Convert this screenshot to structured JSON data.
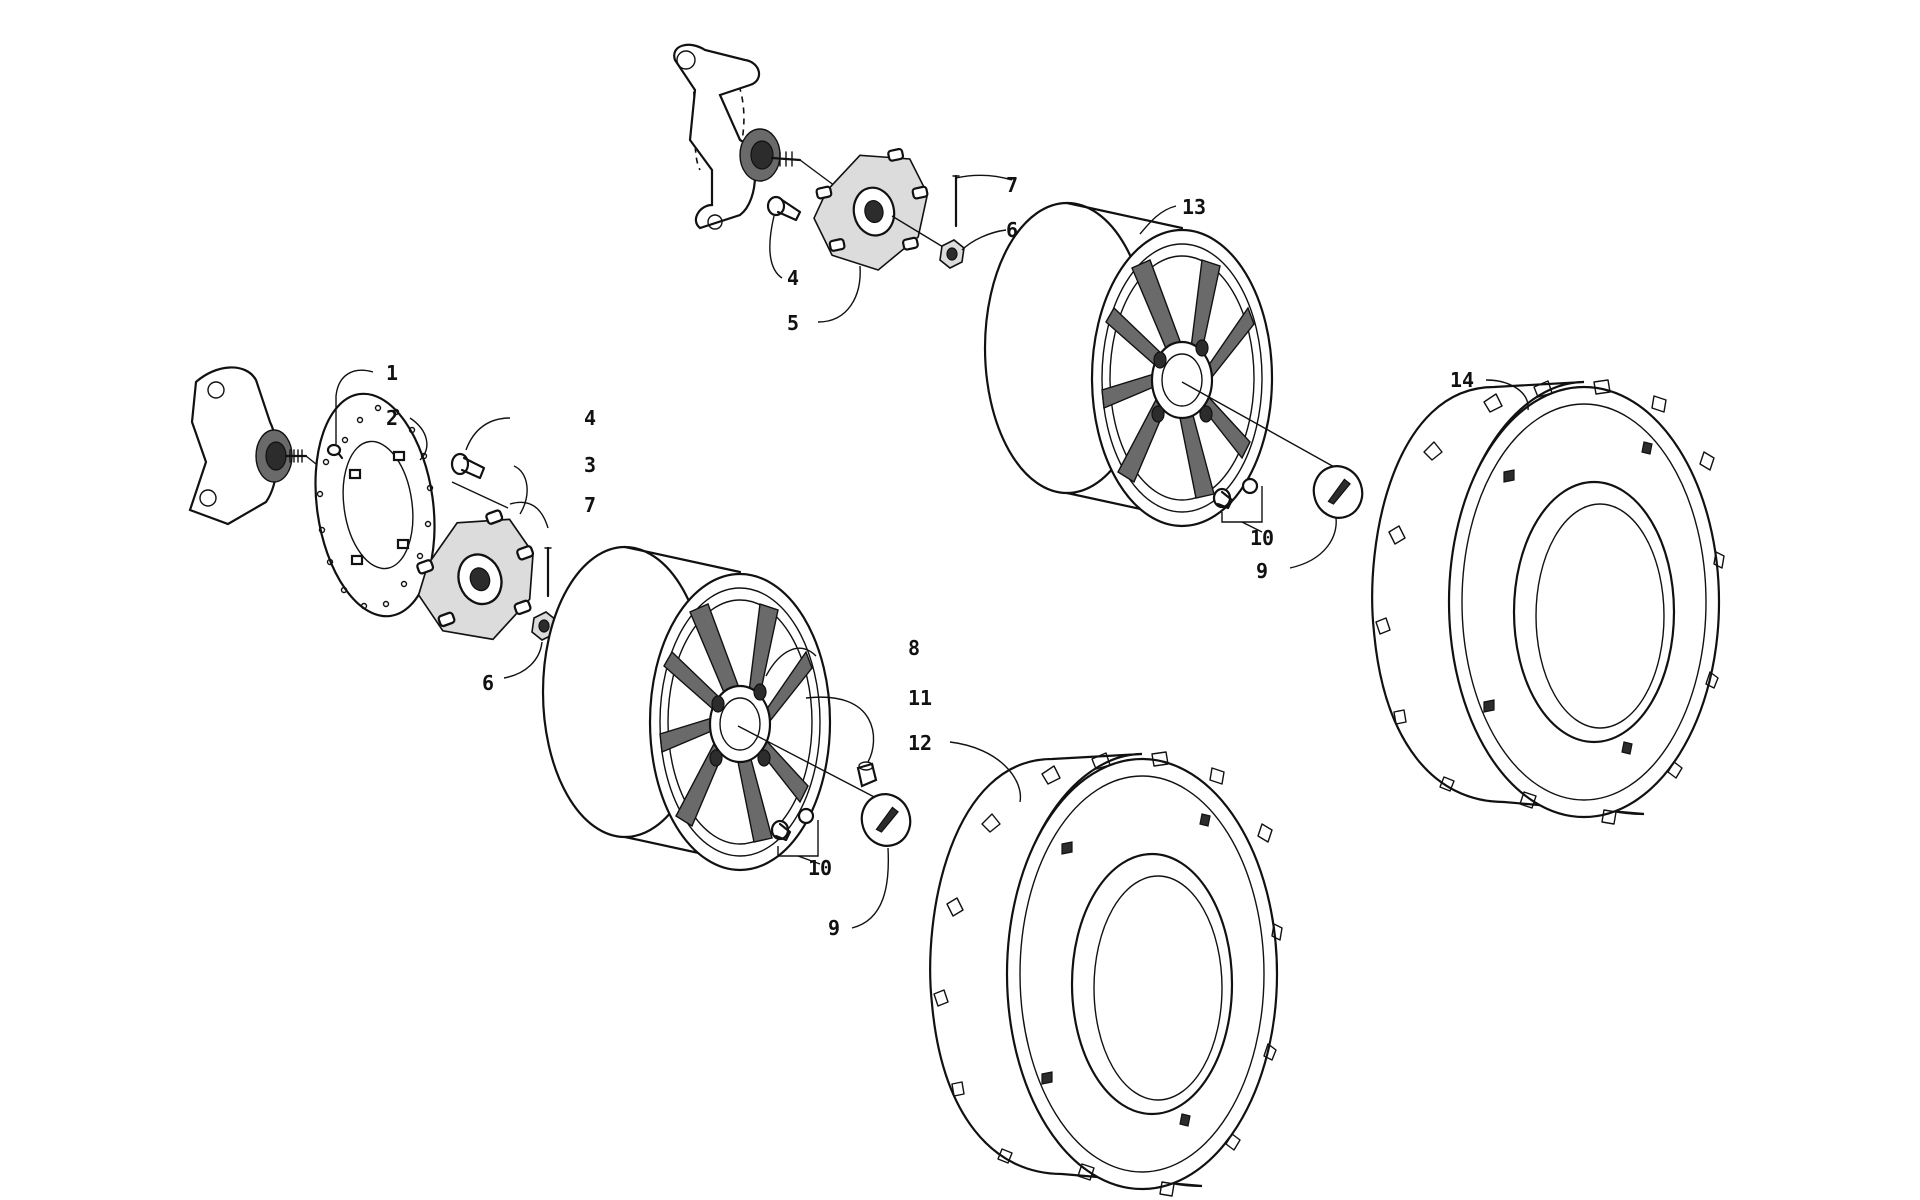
{
  "diagram": {
    "callouts": [
      {
        "id": "c1",
        "label": "1"
      },
      {
        "id": "c2",
        "label": "2"
      },
      {
        "id": "c3",
        "label": "3"
      },
      {
        "id": "c4a",
        "label": "4"
      },
      {
        "id": "c4b",
        "label": "4"
      },
      {
        "id": "c5",
        "label": "5"
      },
      {
        "id": "c6a",
        "label": "6"
      },
      {
        "id": "c6b",
        "label": "6"
      },
      {
        "id": "c7a",
        "label": "7"
      },
      {
        "id": "c7b",
        "label": "7"
      },
      {
        "id": "c8",
        "label": "8"
      },
      {
        "id": "c9a",
        "label": "9"
      },
      {
        "id": "c9b",
        "label": "9"
      },
      {
        "id": "c10a",
        "label": "10"
      },
      {
        "id": "c10b",
        "label": "10"
      },
      {
        "id": "c11",
        "label": "11"
      },
      {
        "id": "c12",
        "label": "12"
      },
      {
        "id": "c13",
        "label": "13"
      },
      {
        "id": "c14",
        "label": "14"
      }
    ]
  }
}
